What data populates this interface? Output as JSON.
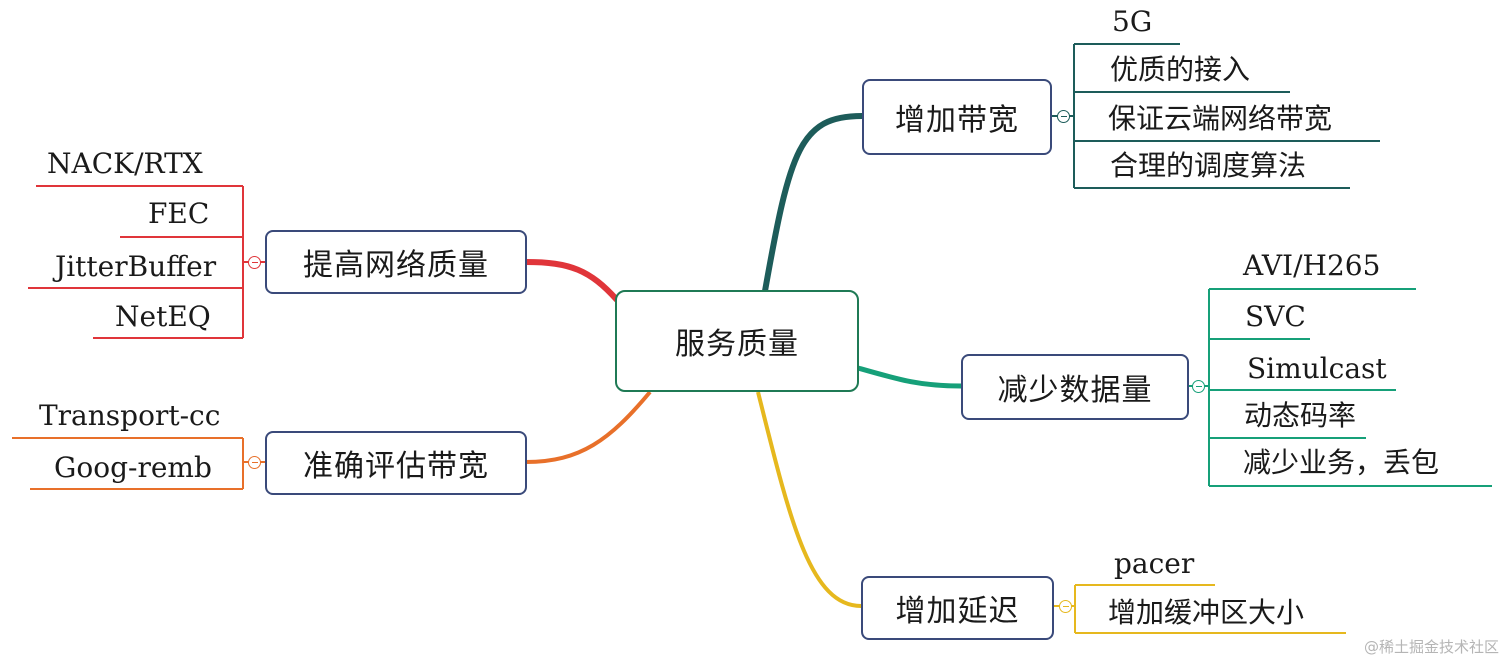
{
  "center": {
    "label": "服务质量"
  },
  "branches": {
    "bandwidth_up": {
      "label": "增加带宽",
      "color": "#1d5c5a",
      "leaves": [
        "5G",
        "优质的接入",
        "保证云端网络带宽",
        "合理的调度算法"
      ]
    },
    "network_quality": {
      "label": "提高网络质量",
      "color": "#e0353a",
      "leaves": [
        "NACK/RTX",
        "FEC",
        "JitterBuffer",
        "NetEQ"
      ]
    },
    "estimate_bandwidth": {
      "label": "准确评估带宽",
      "color": "#e8702a",
      "leaves": [
        "Transport-cc",
        "Goog-remb"
      ]
    },
    "reduce_data": {
      "label": "减少数据量",
      "color": "#16a079",
      "leaves": [
        "AVI/H265",
        "SVC",
        "Simulcast",
        "动态码率",
        "减少业务，丢包"
      ]
    },
    "increase_delay": {
      "label": "增加延迟",
      "color": "#e6b81e",
      "leaves": [
        "pacer",
        "增加缓冲区大小"
      ]
    }
  },
  "watermark": "@稀土掘金技术社区"
}
